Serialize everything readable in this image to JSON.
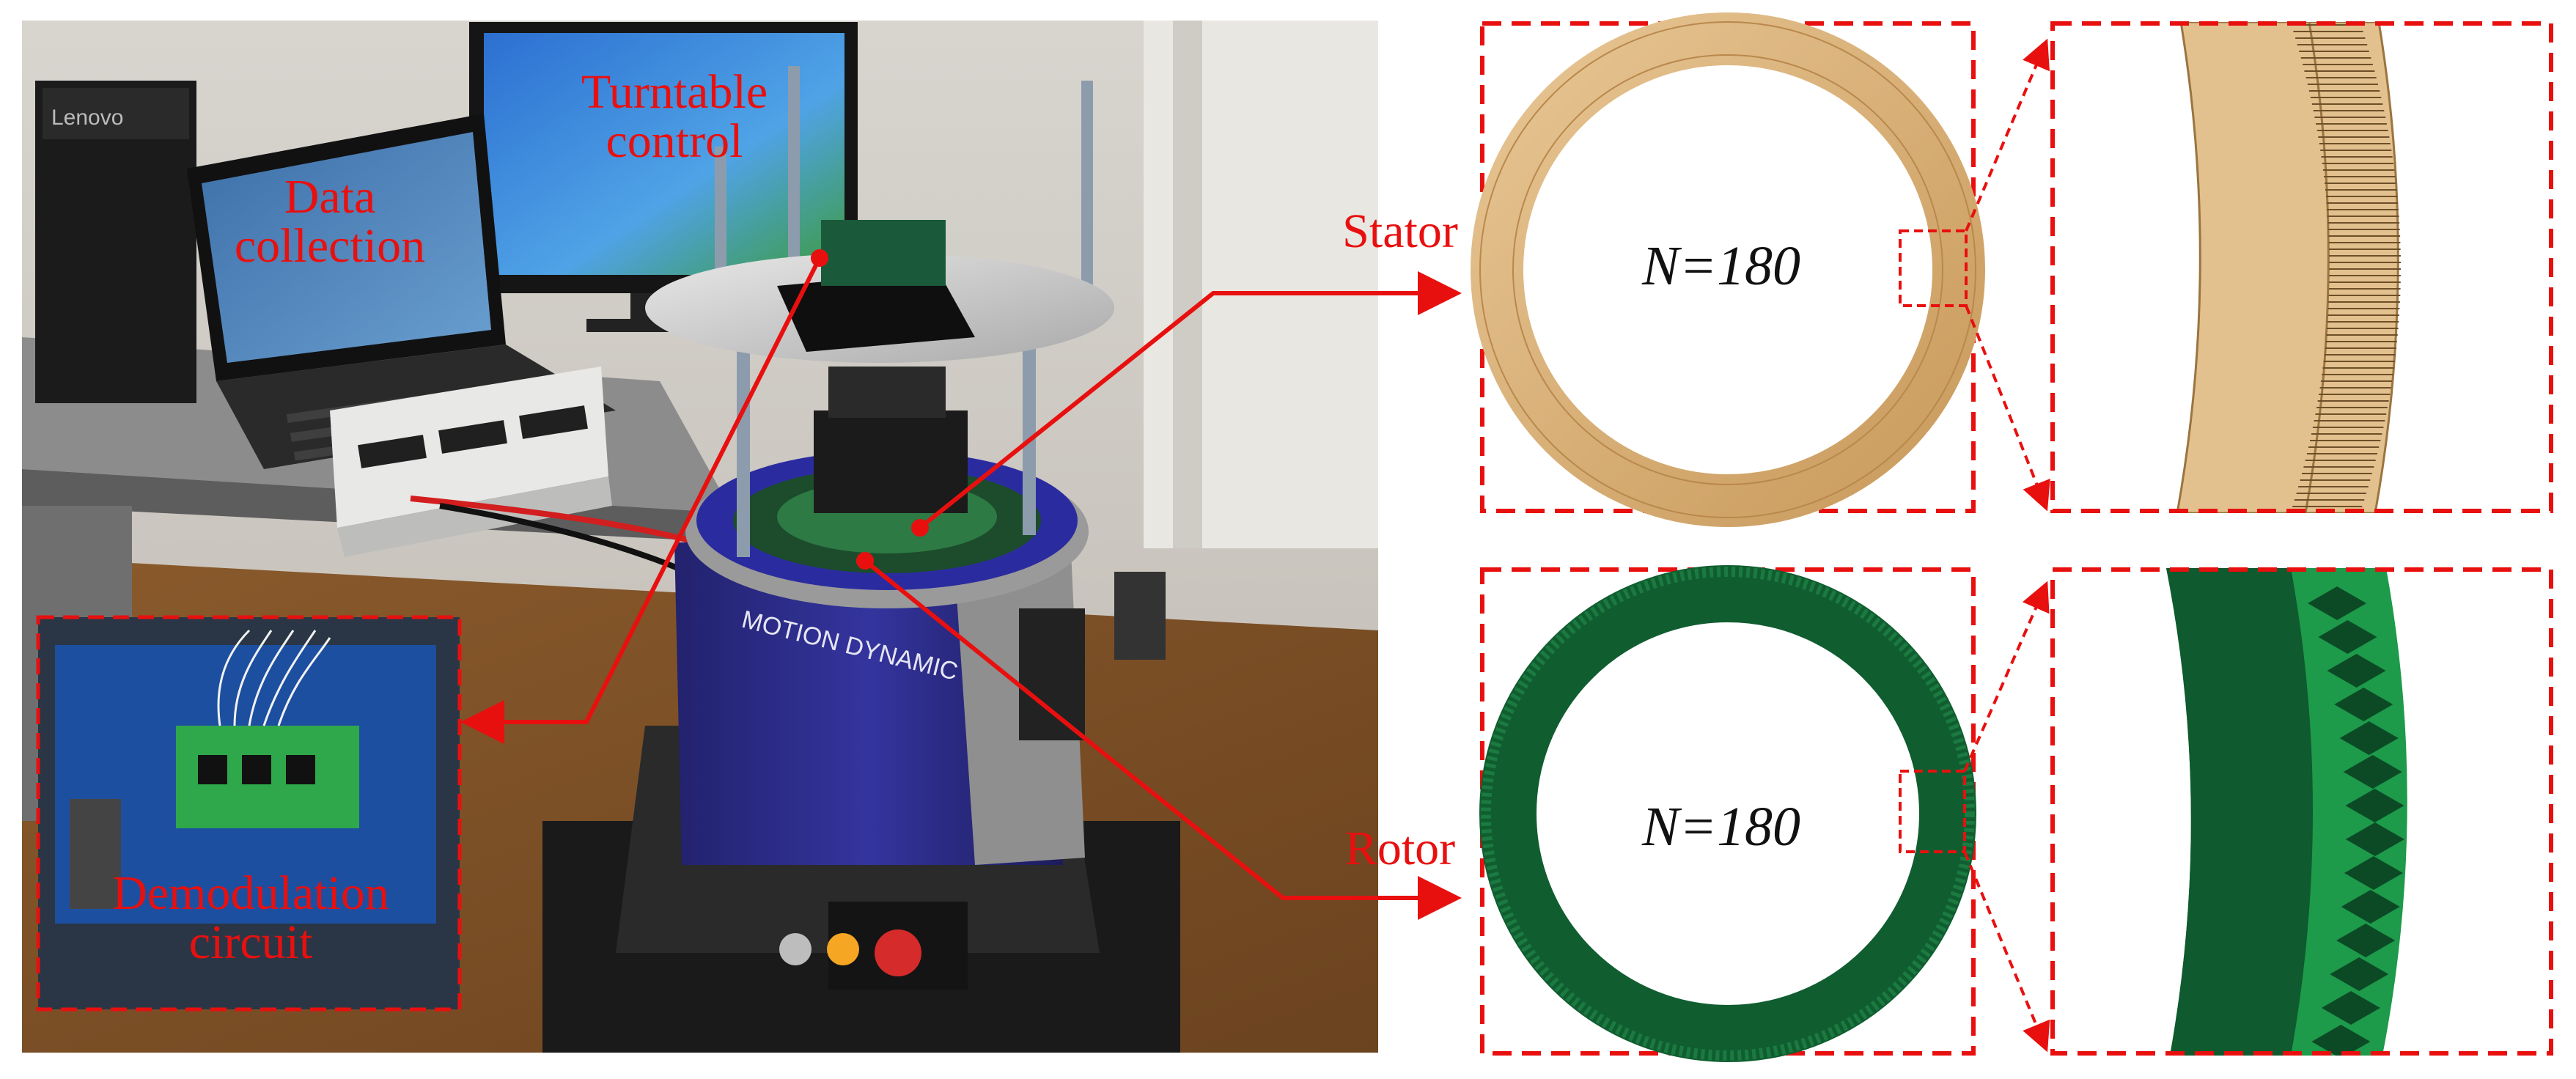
{
  "labels": {
    "turntable_control": "Turntable\ncontrol",
    "data_collection": "Data\ncollection",
    "demodulation_circuit": "Demodulation\ncircuit",
    "stator": "Stator",
    "rotor": "Rotor"
  },
  "stator_panel": {
    "n_label": "N=180"
  },
  "rotor_panel": {
    "n_label": "N=180"
  },
  "turntable": {
    "brand_text": "MOTION DYNAMIC"
  },
  "computer": {
    "brand_text": "Lenovo"
  },
  "colors": {
    "callout": "#e8100f",
    "stator_ring": "#d9b27a",
    "rotor_ring": "#0f5a2e",
    "turntable_body": "#2b2b8c"
  }
}
